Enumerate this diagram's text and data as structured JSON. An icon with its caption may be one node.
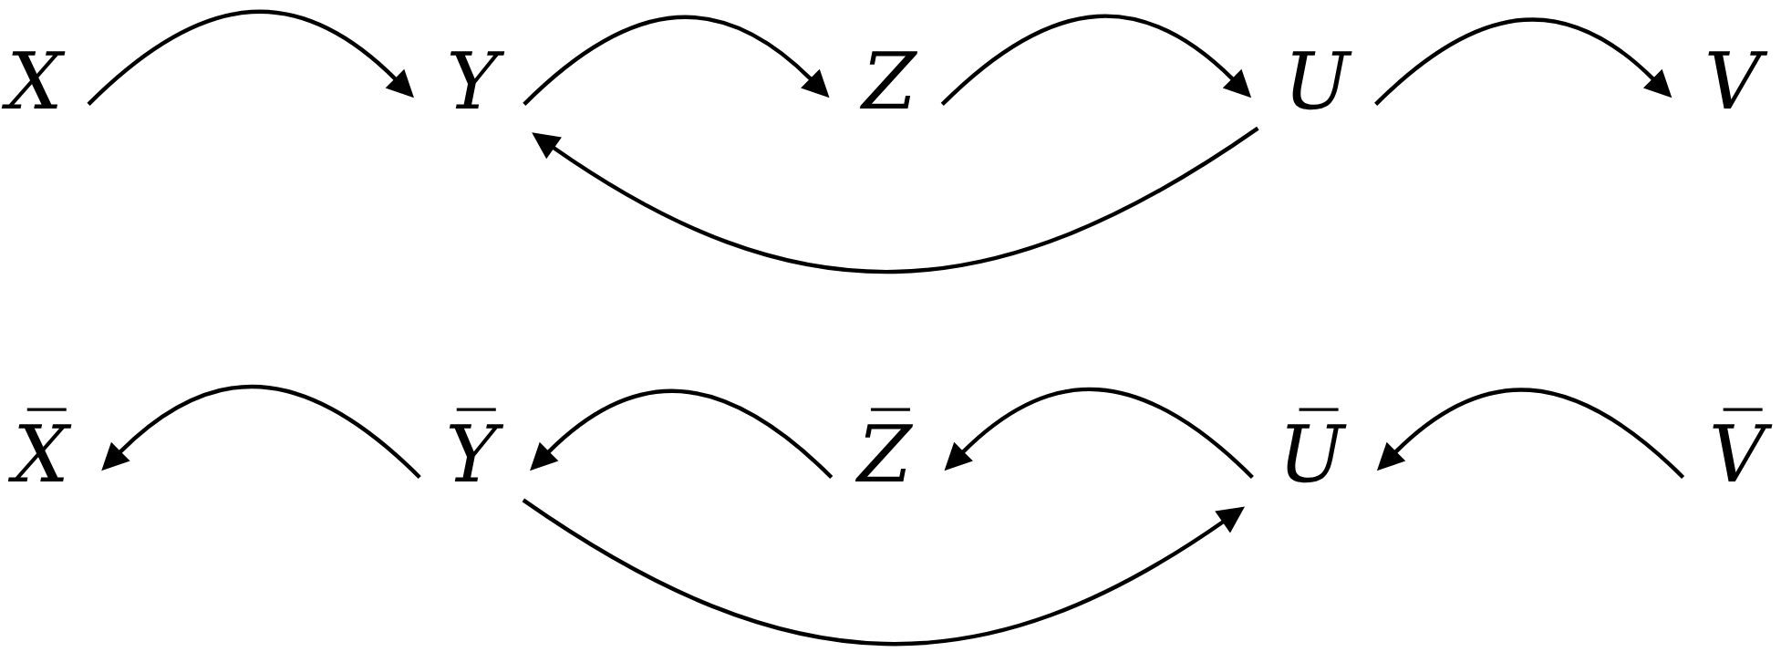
{
  "diagram": {
    "nodes": [
      {
        "text": [
          "X"
        ]
      },
      {
        "text": [
          "Y"
        ]
      },
      {
        "text": [
          "Z"
        ]
      },
      {
        "text": [
          "U"
        ]
      },
      {
        "text": [
          "V"
        ]
      },
      {
        "text": [
          "X̅"
        ]
      },
      {
        "text": [
          "Y̅"
        ]
      },
      {
        "text": [
          "Z̅"
        ]
      },
      {
        "text": [
          "U̅"
        ]
      },
      {
        "text": [
          "V̅"
        ]
      }
    ],
    "edges": [
      {
        "from": 0,
        "to": 1,
        "arrow": "to"
      },
      {
        "from": 1,
        "to": 2,
        "arrow": "to"
      },
      {
        "from": 2,
        "to": 3,
        "arrow": "to"
      },
      {
        "from": 3,
        "to": 4,
        "arrow": "to"
      },
      {
        "from": 3,
        "to": 1,
        "arrow": "to"
      },
      {
        "from": 6,
        "to": 5,
        "arrow": "to"
      },
      {
        "from": 7,
        "to": 6,
        "arrow": "to"
      },
      {
        "from": 8,
        "to": 7,
        "arrow": "to"
      },
      {
        "from": 9,
        "to": 8,
        "arrow": "to"
      },
      {
        "from": 6,
        "to": 8,
        "arrow": "to"
      }
    ]
  }
}
